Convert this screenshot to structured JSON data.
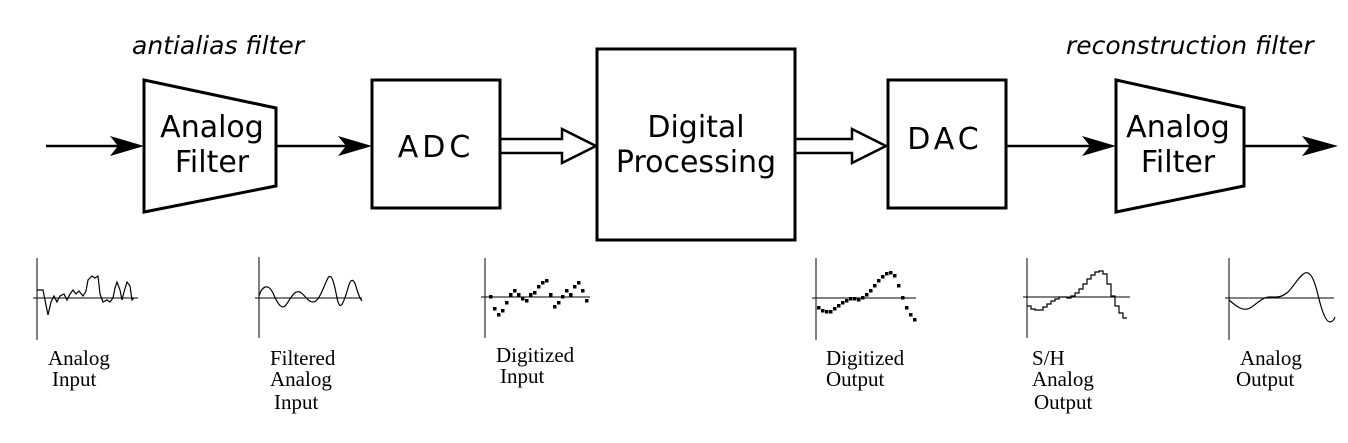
{
  "captions": {
    "antialias": "antialias filter",
    "reconstruction": "reconstruction filter"
  },
  "blocks": {
    "analog_filter_in": [
      "Analog",
      "Filter"
    ],
    "adc": "ADC",
    "digital_processing": [
      "Digital",
      "Processing"
    ],
    "dac": "DAC",
    "analog_filter_out": [
      "Analog",
      "Filter"
    ]
  },
  "signals": [
    {
      "id": "analog-input",
      "label": [
        "Analog",
        "Input"
      ]
    },
    {
      "id": "filtered-analog-input",
      "label": [
        "Filtered",
        "Analog",
        "Input"
      ]
    },
    {
      "id": "digitized-input",
      "label": [
        "Digitized",
        "Input"
      ]
    },
    {
      "id": "digitized-output",
      "label": [
        "Digitized",
        "Output"
      ]
    },
    {
      "id": "sh-analog-output",
      "label": [
        "S/H",
        "Analog",
        "Output"
      ]
    },
    {
      "id": "analog-output",
      "label": [
        "Analog",
        "Output"
      ]
    }
  ]
}
